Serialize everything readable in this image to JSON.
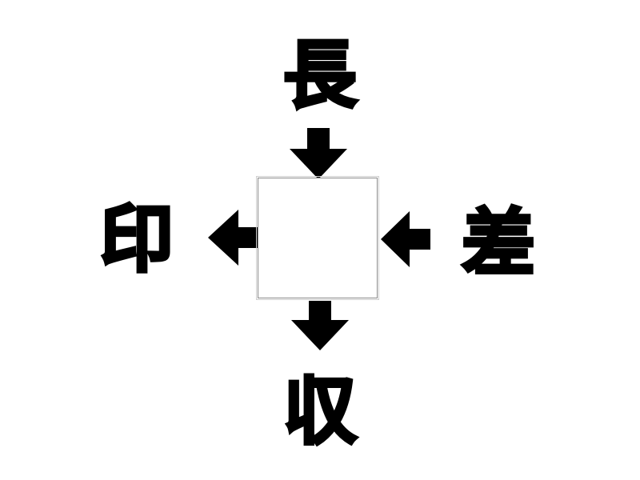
{
  "puzzle": {
    "top_kanji": "長",
    "left_kanji": "印",
    "right_kanji": "差",
    "bottom_kanji": "収",
    "answer_value": ""
  },
  "colors": {
    "ink": "#000000",
    "background": "#ffffff",
    "box_border": "#8a8a8a"
  },
  "icons": {
    "top": "arrow-down-icon",
    "left": "arrow-left-icon",
    "right": "arrow-left-icon",
    "bottom": "arrow-down-icon"
  }
}
